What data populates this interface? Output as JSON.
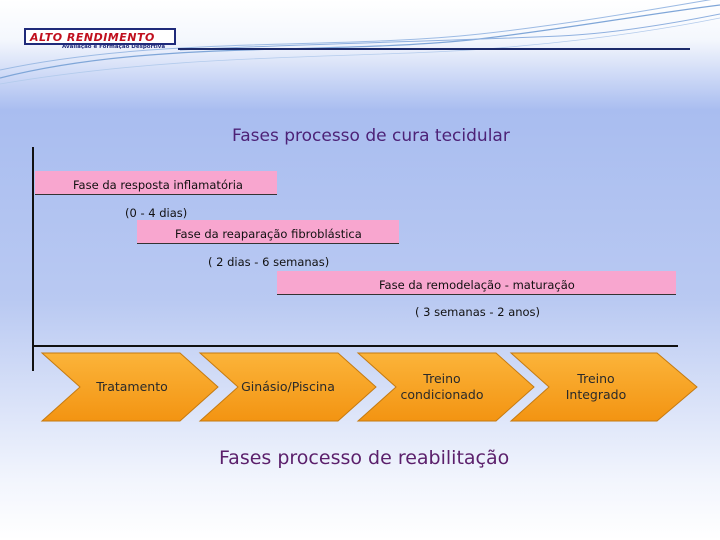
{
  "logo": {
    "name": "ALTO RENDIMENTO",
    "tagline": "Avaliação e Formação Desportiva"
  },
  "healing": {
    "title": "Fases processo de cura tecidular",
    "phases": [
      {
        "label": "Fase da resposta inflamatória",
        "duration": "(0 - 4 dias)"
      },
      {
        "label": "Fase da reaparação fibroblástica",
        "duration": "( 2 dias - 6 semanas)"
      },
      {
        "label": "Fase da remodelação - maturação",
        "duration": "( 3 semanas - 2 anos)"
      }
    ]
  },
  "rehab": {
    "title": "Fases processo de reabilitação",
    "steps": [
      {
        "label": "Tratamento"
      },
      {
        "label": "Ginásio/Piscina"
      },
      {
        "label": "Treino\ncondicionado"
      },
      {
        "label": "Treino\nIntegrado"
      }
    ]
  },
  "colors": {
    "phase_bar": "#f8a6cf",
    "arrow_fill": "#f9a11b",
    "title_purple": "#4d2277"
  }
}
